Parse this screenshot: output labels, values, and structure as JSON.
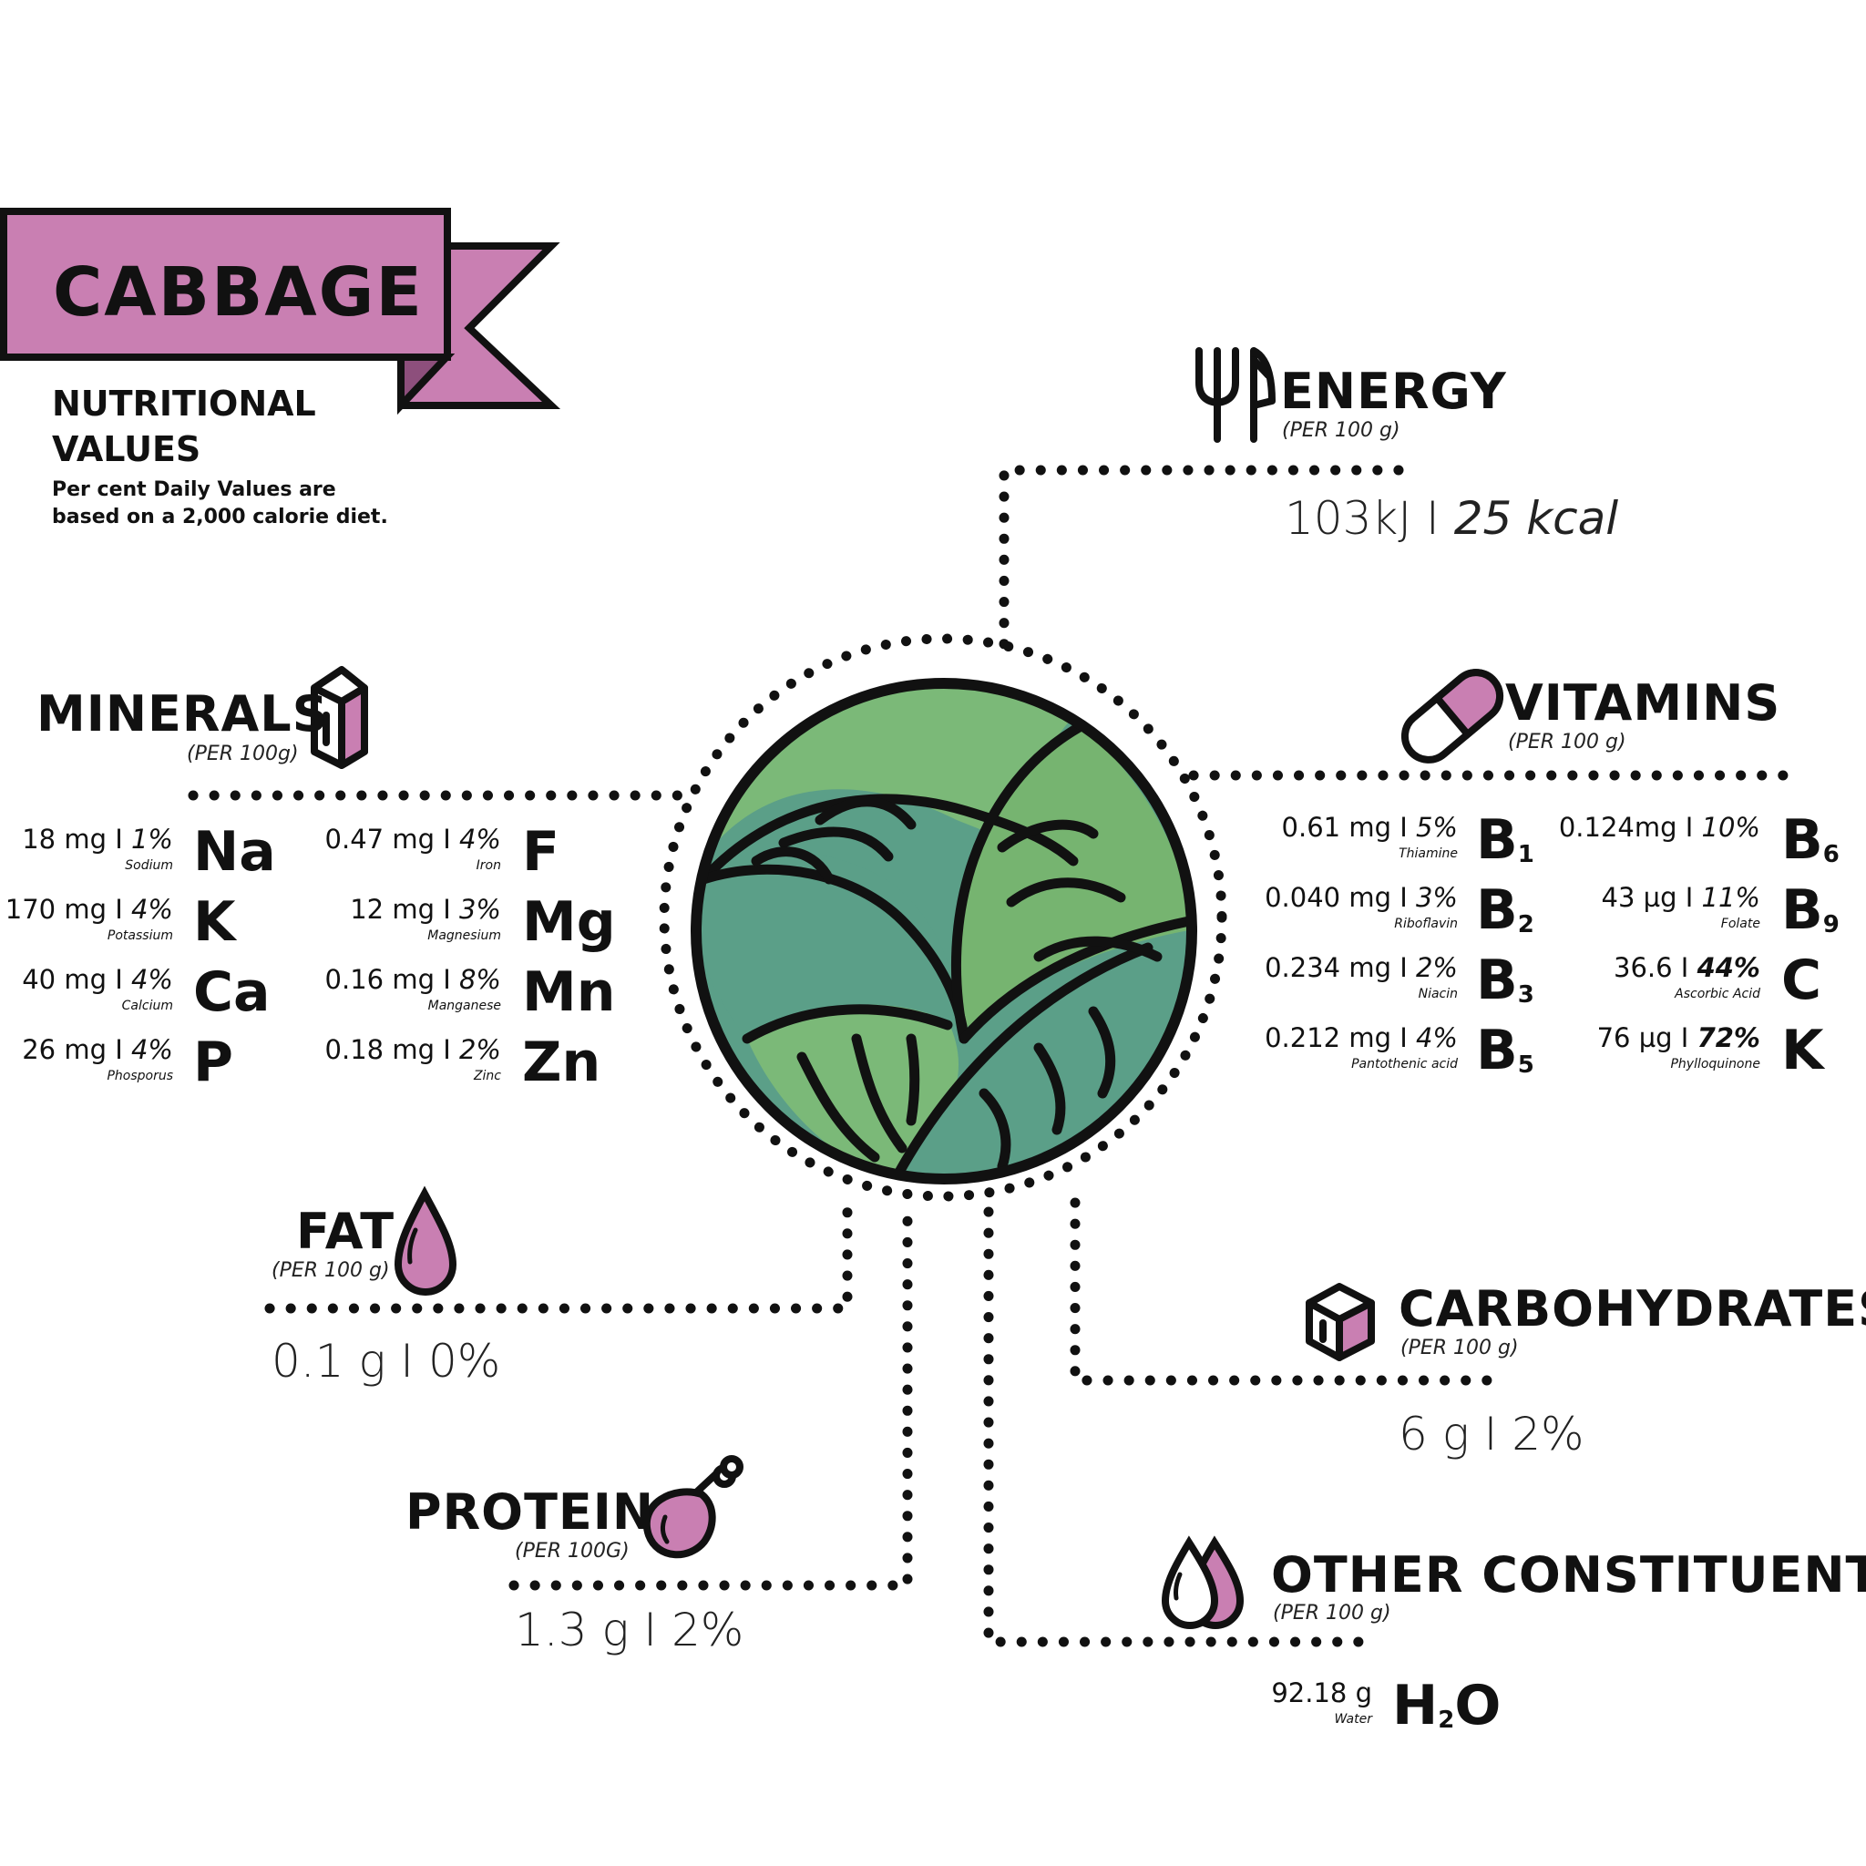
{
  "title": "CABBAGE",
  "subtitle": "NUTRITIONAL VALUES",
  "note": "Per cent Daily Values are based on a 2,000 calorie diet.",
  "colors": {
    "accent": "#c97fb2",
    "outline": "#111111",
    "leaf_light": "#7bb978",
    "leaf_mid": "#6aac70",
    "leaf_dark": "#5b9f88"
  },
  "energy": {
    "label": "ENERGY",
    "per": "(PER 100 g)",
    "kj": "103kJ",
    "sep": " I ",
    "kcal": "25 kcal",
    "icon": "fork-knife-icon"
  },
  "vitamins": {
    "label": "VITAMINS",
    "per": "(PER 100 g)",
    "icon": "pill-capsule-icon",
    "items": [
      {
        "amount": "0.61 mg",
        "pct": "5%",
        "name": "Thiamine",
        "symbol": "B",
        "sub": "1"
      },
      {
        "amount": "0.040 mg",
        "pct": "3%",
        "name": "Riboflavin",
        "symbol": "B",
        "sub": "2"
      },
      {
        "amount": "0.234 mg",
        "pct": "2%",
        "name": "Niacin",
        "symbol": "B",
        "sub": "3"
      },
      {
        "amount": "0.212 mg",
        "pct": "4%",
        "name": "Pantothenic acid",
        "symbol": "B",
        "sub": "5"
      },
      {
        "amount": "0.124mg",
        "pct": "10%",
        "name": "",
        "symbol": "B",
        "sub": "6"
      },
      {
        "amount": "43 µg",
        "pct": "11%",
        "name": "Folate",
        "symbol": "B",
        "sub": "9"
      },
      {
        "amount": "36.6",
        "pct": "44%",
        "name": "Ascorbic Acid",
        "symbol": "C",
        "sub": ""
      },
      {
        "amount": "76 µg",
        "pct": "72%",
        "name": "Phylloquinone",
        "symbol": "K",
        "sub": ""
      }
    ]
  },
  "minerals": {
    "label": "MINERALS",
    "per": "(PER 100g)",
    "icon": "crystal-icon",
    "items": [
      {
        "amount": "18 mg",
        "pct": "1%",
        "name": "Sodium",
        "symbol": "Na"
      },
      {
        "amount": "170 mg",
        "pct": "4%",
        "name": "Potassium",
        "symbol": "K"
      },
      {
        "amount": "40 mg",
        "pct": "4%",
        "name": "Calcium",
        "symbol": "Ca"
      },
      {
        "amount": "26 mg",
        "pct": "4%",
        "name": "Phosporus",
        "symbol": "P"
      },
      {
        "amount": "0.47 mg",
        "pct": "4%",
        "name": "Iron",
        "symbol": "F"
      },
      {
        "amount": "12 mg",
        "pct": "3%",
        "name": "Magnesium",
        "symbol": "Mg"
      },
      {
        "amount": "0.16 mg",
        "pct": "8%",
        "name": "Manganese",
        "symbol": "Mn"
      },
      {
        "amount": "0.18 mg",
        "pct": "2%",
        "name": "Zinc",
        "symbol": "Zn"
      }
    ]
  },
  "fat": {
    "label": "FAT",
    "per": "(PER 100 g)",
    "value": "0.1 g I 0%",
    "icon": "drop-icon"
  },
  "protein": {
    "label": "PROTEIN",
    "per": "(PER 100G)",
    "value": "1.3 g I 2%",
    "icon": "drumstick-icon"
  },
  "carbs": {
    "label": "CARBOHYDRATES",
    "per": "(PER 100 g)",
    "value": "6 g I 2%",
    "icon": "sugar-cube-icon"
  },
  "other": {
    "label": "OTHER CONSTITUENTS",
    "per": "(PER 100 g)",
    "amount": "92.18 g",
    "name": "Water",
    "symbol": "H",
    "sub": "2",
    "symbol_end": "O",
    "icon": "two-drops-icon"
  }
}
